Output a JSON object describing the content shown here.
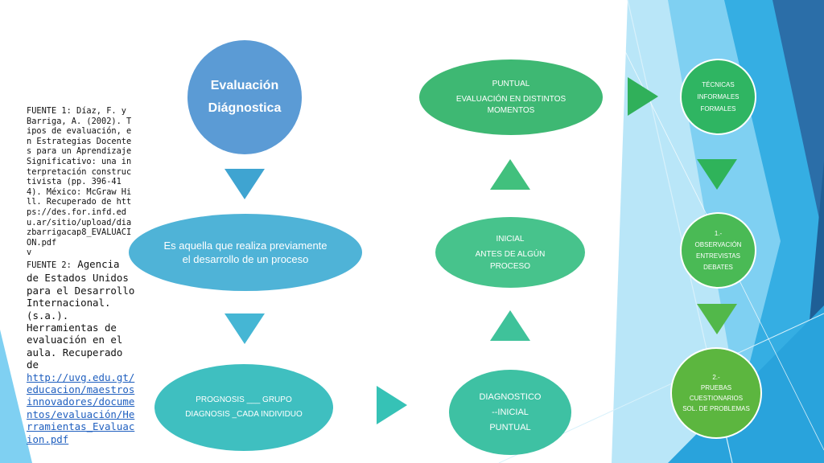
{
  "colors": {
    "blue_main": "#5b9bd5",
    "teal": "#3fb6c9",
    "green": "#47c389",
    "green_dark": "#2eb65e",
    "right_decor_light": "#7fd0f2",
    "right_decor_dark": "#2b6ea8"
  },
  "nodes": {
    "evaluacion": {
      "line1": "Evaluación",
      "line2": "Diágnostica"
    },
    "definicion": {
      "line1": "Es aquella que realiza previamente",
      "line2": "el desarrollo de un proceso"
    },
    "prognosis": {
      "line1": "PROGNOSIS ___ GRUPO",
      "line2": "DIAGNOSIS _CADA INDIVIDUO"
    },
    "diagnostico": {
      "line1": "DIAGNOSTICO",
      "line2": "--INICIAL",
      "line3": "PUNTUAL"
    },
    "inicial": {
      "line1": "INICIAL",
      "line2": "ANTES DE ALGÚN",
      "line3": "PROCESO"
    },
    "puntual": {
      "line1": "PUNTUAL",
      "line2": "EVALUACIÓN EN DISTINTOS",
      "line3": "MOMENTOS"
    },
    "tecnicas": {
      "line1": "TÉCNICAS",
      "line2": "INFORMALES",
      "line3": "FORMALES"
    },
    "observacion": {
      "line1": "1.-",
      "line2": "OBSERVACIÓN",
      "line3": "ENTREVISTAS",
      "line4": "DEBATES"
    },
    "pruebas": {
      "line1": "2.-",
      "line2": "PRUEBAS",
      "line3": "CUESTIONARIOS",
      "line4": "SOL. DE PROBLEMAS"
    }
  },
  "sources": {
    "fuente1_label": "FUENTE 1:",
    "fuente1_text": "Díaz, F. y Barriga, A. (2002). Tipos de evaluación, en Estrategias Docentes para un Aprendizaje Significativo: una interpretación constructivista (pp. 396-414). México: McGraw Hill. Recuperado de https://des.for.infd.edu.ar/sitio/upload/diazbarrigacap8_EVALUACION.pdf",
    "fuente1_tail": "v",
    "fuente2_label": "FUENTE 2:",
    "fuente2_text": "Agencia de Estados Unidos para el Desarrollo Internacional. (s.a.). Herramientas de evaluación en el aula. Recuperado de",
    "fuente2_link": "http://uvg.edu.gt/educacion/maestrosinnovadores/documentos/evaluación/Herramientas_Evaluacion.pdf"
  }
}
